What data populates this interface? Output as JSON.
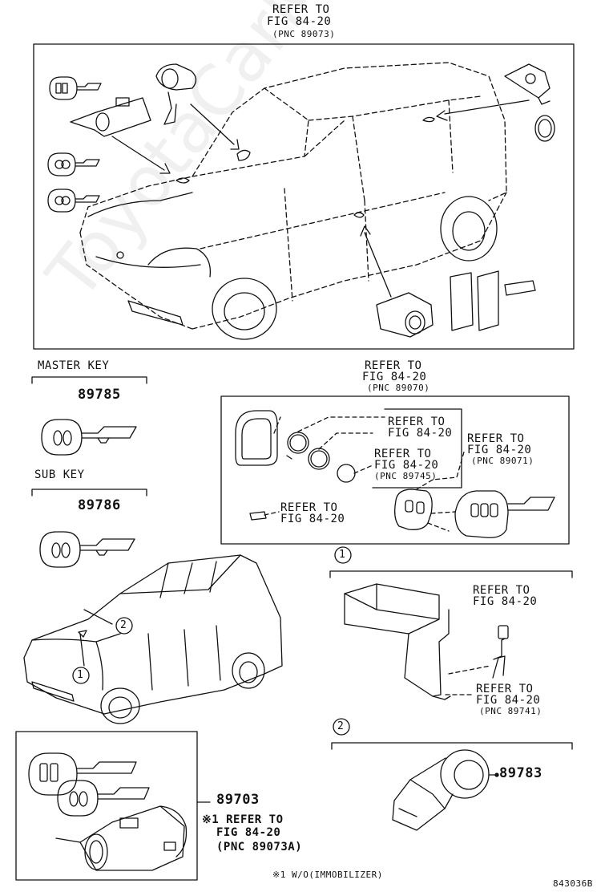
{
  "top": {
    "ref_line1": "REFER TO",
    "ref_line2": "FIG 84-20",
    "ref_pnc": "(PNC 89073)"
  },
  "master_key": {
    "label": "MASTER KEY",
    "part_no": "89785"
  },
  "sub_key": {
    "label": "SUB KEY",
    "part_no": "89786"
  },
  "remote": {
    "ref_main_1": "REFER TO",
    "ref_main_2": "FIG 84-20",
    "ref_main_pnc": "(PNC 89070)",
    "ref_a_1": "REFER TO",
    "ref_a_2": "FIG 84-20",
    "ref_b_1": "REFER TO",
    "ref_b_2": "FIG 84-20",
    "ref_b_pnc": "(PNC 89745)",
    "ref_c_1": "REFER TO",
    "ref_c_2": "FIG 84-20",
    "ref_c_pnc": "(PNC 89071)",
    "ref_d_1": "REFER TO",
    "ref_d_2": "FIG 84-20"
  },
  "callouts": {
    "one": "1",
    "two": "2"
  },
  "section1": {
    "ref_a_1": "REFER TO",
    "ref_a_2": "FIG 84-20",
    "ref_b_1": "REFER TO",
    "ref_b_2": "FIG 84-20",
    "ref_b_pnc": "(PNC 89741)"
  },
  "section2": {
    "part_no": "89783"
  },
  "cylinder_set": {
    "part_no": "89703",
    "ref_1": "※1 REFER TO",
    "ref_2": "FIG 84-20",
    "ref_pnc": "(PNC 89073A)"
  },
  "footnote": "※1 W/O(IMMOBILIZER)",
  "diagram_code": "843036B",
  "watermark": "ToyotaCarMirror"
}
